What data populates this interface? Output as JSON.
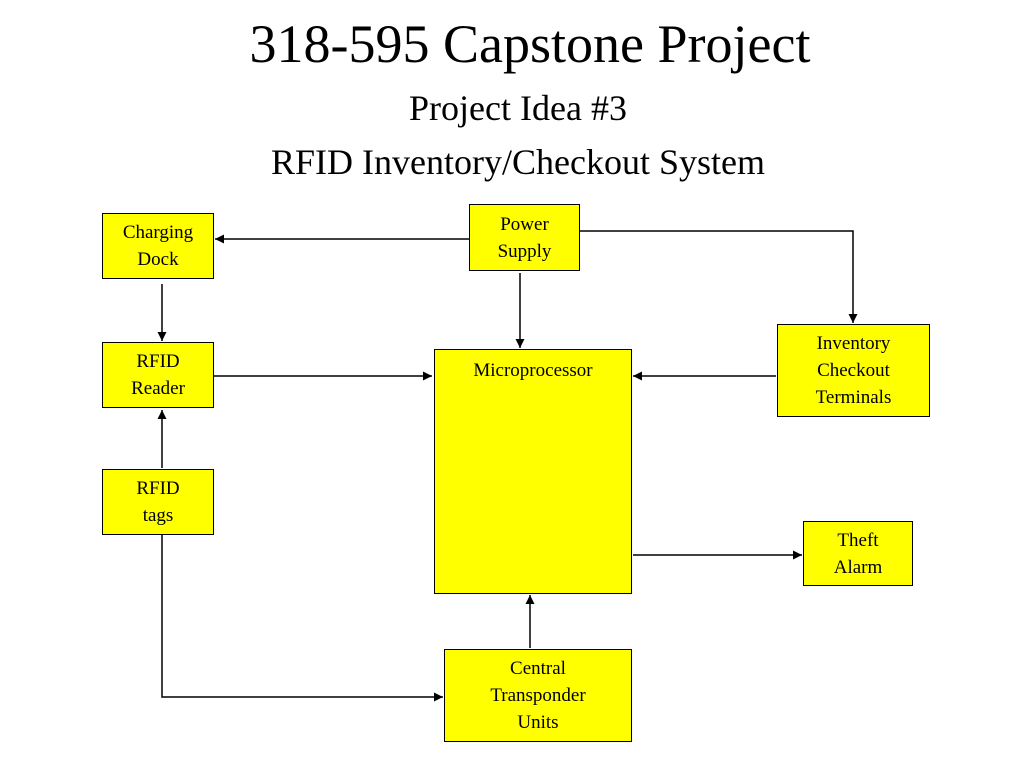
{
  "slide": {
    "title": "318-595 Capstone Project",
    "subtitle_line1": "Project Idea #3",
    "subtitle_line2": "RFID Inventory/Checkout System"
  },
  "diagram": {
    "nodes": {
      "charging_dock": {
        "lines": [
          "Charging",
          "Dock"
        ]
      },
      "power_supply": {
        "lines": [
          "Power",
          "Supply"
        ]
      },
      "rfid_reader": {
        "lines": [
          "RFID",
          "Reader"
        ]
      },
      "microprocessor": {
        "lines": [
          "Microprocessor"
        ]
      },
      "inventory_checkout_terminals": {
        "lines": [
          "Inventory",
          "Checkout",
          "Terminals"
        ]
      },
      "rfid_tags": {
        "lines": [
          "RFID",
          "tags"
        ]
      },
      "theft_alarm": {
        "lines": [
          "Theft",
          "Alarm"
        ]
      },
      "central_transponder_units": {
        "lines": [
          "Central",
          "Transponder",
          "Units"
        ]
      }
    },
    "edges": [
      {
        "from": "power_supply",
        "to": "charging_dock"
      },
      {
        "from": "power_supply",
        "to": "inventory_checkout_terminals"
      },
      {
        "from": "power_supply",
        "to": "microprocessor"
      },
      {
        "from": "charging_dock",
        "to": "rfid_reader"
      },
      {
        "from": "rfid_reader",
        "to": "microprocessor"
      },
      {
        "from": "inventory_checkout_terminals",
        "to": "microprocessor"
      },
      {
        "from": "rfid_tags",
        "to": "rfid_reader"
      },
      {
        "from": "microprocessor",
        "to": "theft_alarm"
      },
      {
        "from": "central_transponder_units",
        "to": "microprocessor"
      },
      {
        "from": "rfid_tags",
        "to": "central_transponder_units"
      }
    ],
    "colors": {
      "box_fill": "#ffff00",
      "box_border": "#000000",
      "connector": "#000000",
      "background": "#ffffff"
    }
  }
}
